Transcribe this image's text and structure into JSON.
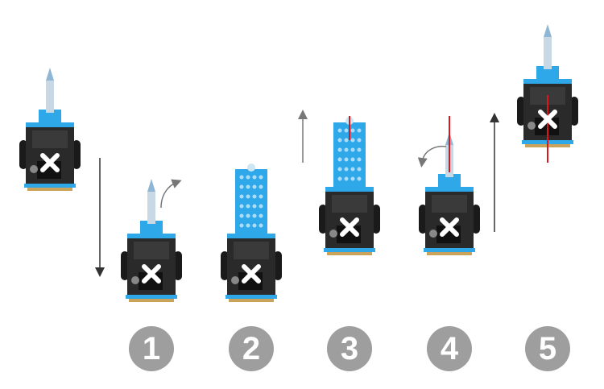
{
  "steps": [
    {
      "number": "1"
    },
    {
      "number": "2"
    },
    {
      "number": "3"
    },
    {
      "number": "4"
    },
    {
      "number": "5"
    }
  ],
  "colors": {
    "badge": "#9e9e9e",
    "blue_part": "#2fa8ea",
    "robot_body": "#2a2a2a",
    "wheel": "#1a1a1a",
    "marker": "#ffffff",
    "red_line": "#e0141b",
    "arrow": "#333333",
    "arrow_light": "#777777"
  }
}
